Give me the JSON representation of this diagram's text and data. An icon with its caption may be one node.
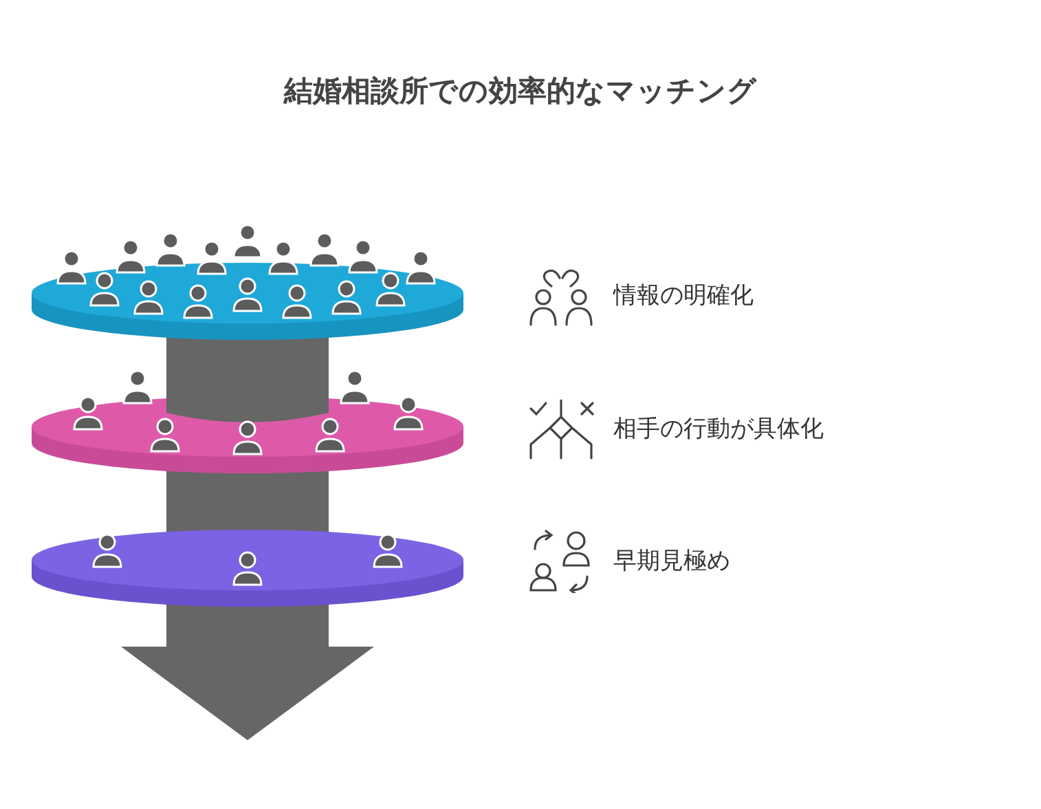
{
  "diagram": {
    "title": "結婚相談所での効率的なマッチング",
    "labels": [
      "情報の明確化",
      "相手の行動が具体化",
      "早期見極め"
    ]
  }
}
